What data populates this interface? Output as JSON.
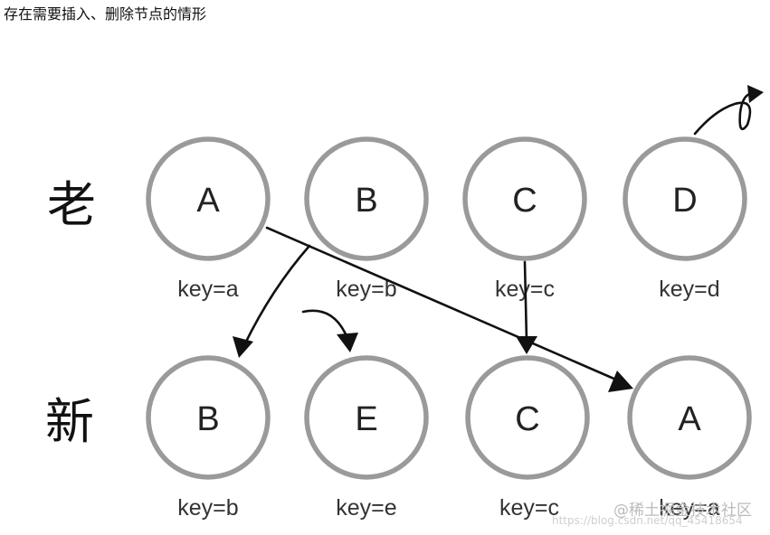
{
  "heading": "存在需要插入、删除节点的情形",
  "rows": [
    {
      "label": "老",
      "nodes": [
        {
          "letter": "A",
          "key": "key=a"
        },
        {
          "letter": "B",
          "key": "key=b"
        },
        {
          "letter": "C",
          "key": "key=c"
        },
        {
          "letter": "D",
          "key": "key=d"
        }
      ]
    },
    {
      "label": "新",
      "nodes": [
        {
          "letter": "B",
          "key": "key=b"
        },
        {
          "letter": "E",
          "key": "key=e"
        },
        {
          "letter": "C",
          "key": "key=c"
        },
        {
          "letter": "A",
          "key": "key=a"
        }
      ]
    }
  ],
  "watermark": {
    "site": "@稀土掘金技术社区",
    "url": "https://blog.csdn.net/qq_45418654"
  },
  "colors": {
    "circle_stroke": "#9a9a9a",
    "arrow": "#111111",
    "text": "#222222"
  }
}
